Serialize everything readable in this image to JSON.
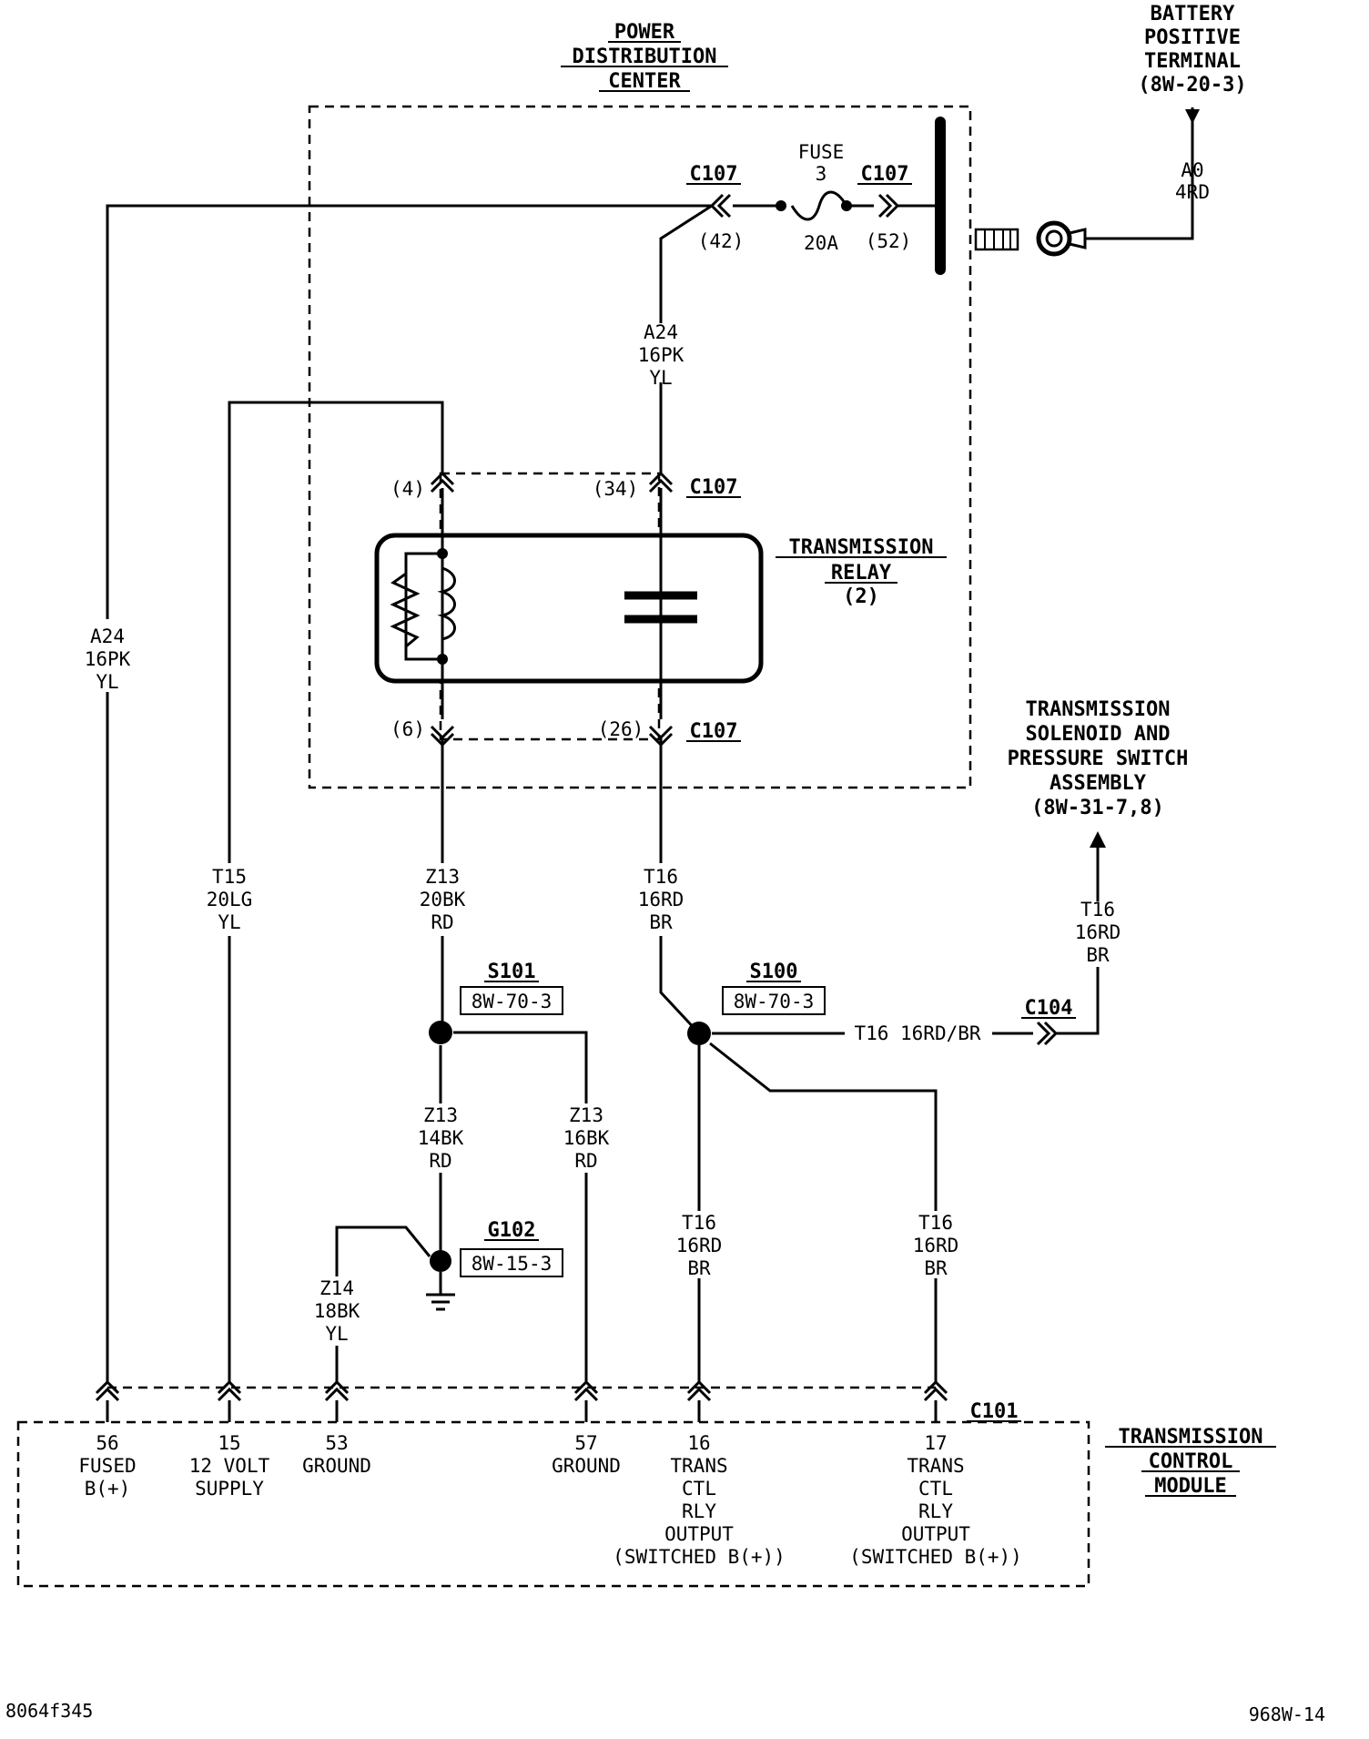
{
  "titles": {
    "pdc": [
      "POWER",
      "DISTRIBUTION",
      "CENTER"
    ],
    "battery": [
      "BATTERY",
      "POSITIVE",
      "TERMINAL",
      "(8W-20-3)"
    ],
    "relay": [
      "TRANSMISSION",
      "RELAY",
      "(2)"
    ],
    "solenoid": [
      "TRANSMISSION",
      "SOLENOID AND",
      "PRESSURE SWITCH",
      "ASSEMBLY",
      "(8W-31-7,8)"
    ],
    "tcm": [
      "TRANSMISSION",
      "CONTROL",
      "MODULE"
    ]
  },
  "fuse": {
    "line1": "FUSE",
    "line2": "3",
    "rating": "20A"
  },
  "connectors": {
    "c107": "C107",
    "c104": "C104",
    "c101": "C101",
    "pin42": "(42)",
    "pin52": "(52)",
    "pin4": "(4)",
    "pin34": "(34)",
    "pin6": "(6)",
    "pin26": "(26)"
  },
  "splices": {
    "s101": {
      "name": "S101",
      "ref": "8W-70-3"
    },
    "s100": {
      "name": "S100",
      "ref": "8W-70-3"
    },
    "g102": {
      "name": "G102",
      "ref": "8W-15-3"
    }
  },
  "wires": {
    "a0": [
      "A0",
      "4RD"
    ],
    "a24_top": [
      "A24",
      "16PK",
      "YL"
    ],
    "a24_left": [
      "A24",
      "16PK",
      "YL"
    ],
    "t15": [
      "T15",
      "20LG",
      "YL"
    ],
    "z13_a": [
      "Z13",
      "20BK",
      "RD"
    ],
    "t16_a": [
      "T16",
      "16RD",
      "BR"
    ],
    "t16_sol": [
      "T16",
      "16RD",
      "BR"
    ],
    "t16_c104": "T16 16RD/BR",
    "z13_b": [
      "Z13",
      "14BK",
      "RD"
    ],
    "z13_c": [
      "Z13",
      "16BK",
      "RD"
    ],
    "z14": [
      "Z14",
      "18BK",
      "YL"
    ],
    "t16_b": [
      "T16",
      "16RD",
      "BR"
    ],
    "t16_c": [
      "T16",
      "16RD",
      "BR"
    ]
  },
  "tcm_pins": [
    {
      "num": "56",
      "lines": [
        "FUSED",
        "B(+)"
      ]
    },
    {
      "num": "15",
      "lines": [
        "12 VOLT",
        "SUPPLY"
      ]
    },
    {
      "num": "53",
      "lines": [
        "GROUND"
      ]
    },
    {
      "num": "57",
      "lines": [
        "GROUND"
      ]
    },
    {
      "num": "16",
      "lines": [
        "TRANS",
        "CTL",
        "RLY",
        "OUTPUT",
        "(SWITCHED B(+))"
      ]
    },
    {
      "num": "17",
      "lines": [
        "TRANS",
        "CTL",
        "RLY",
        "OUTPUT",
        "(SWITCHED B(+))"
      ]
    }
  ],
  "footer": {
    "left": "8064f345",
    "right": "968W-14"
  }
}
